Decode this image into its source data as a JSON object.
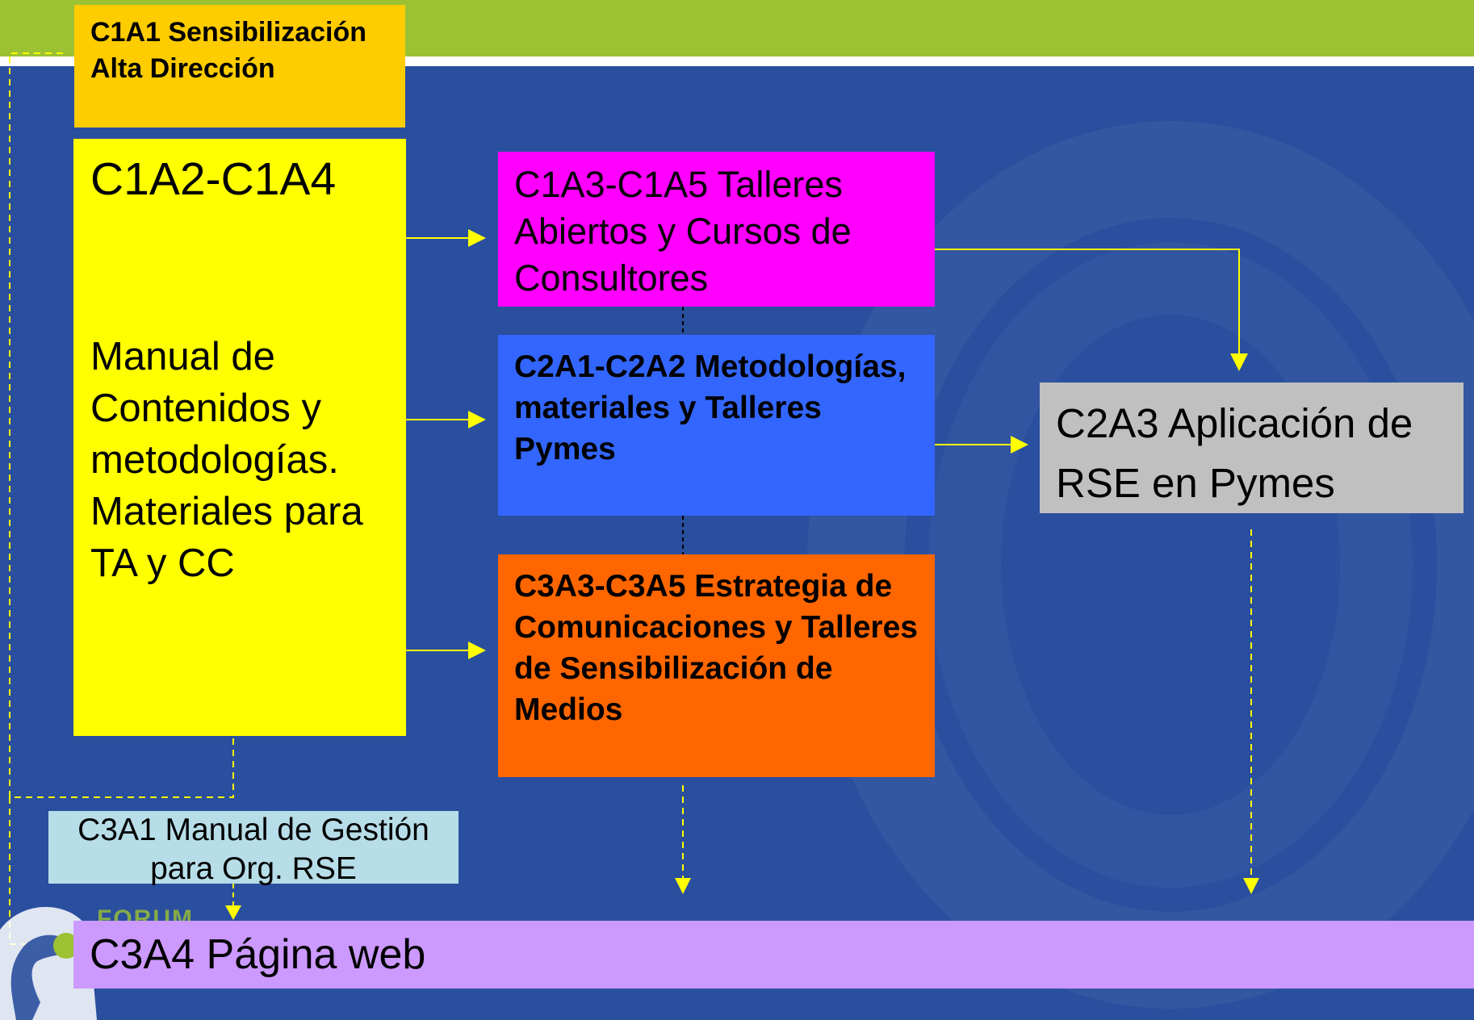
{
  "boxes": {
    "c1a1": "C1A1 Sensibilización Alta Dirección",
    "c1a2_title": "C1A2-C1A4",
    "c1a2_body": "Manual de Contenidos y metodologías. Materiales para TA y CC",
    "c1a3": "C1A3-C1A5 Talleres Abiertos y Cursos de Consultores",
    "c2a1": "C2A1-C2A2 Metodologías, materiales y Talleres Pymes",
    "c3a3": "C3A3-C3A5 Estrategia de Comunicaciones y Talleres de Sensibilización de Medios",
    "c2a3": "C2A3 Aplicación de RSE en Pymes",
    "c3a1": "C3A1 Manual de Gestión para Org. RSE",
    "c3a4": "C3A4 Página web"
  },
  "logo_text": "FORUM",
  "colors": {
    "background": "#2a4f9e",
    "top_bar": "#9cc234",
    "c1a1": "#ffcc00",
    "c1a2": "#ffff00",
    "c1a3": "#ff00ff",
    "c2a1": "#3366ff",
    "c3a3": "#ff6600",
    "c2a3": "#c0c0c0",
    "c3a1": "#b7dde8",
    "c3a4": "#cc99ff",
    "arrows": "#ffff00",
    "dashed_link": "#000000"
  }
}
